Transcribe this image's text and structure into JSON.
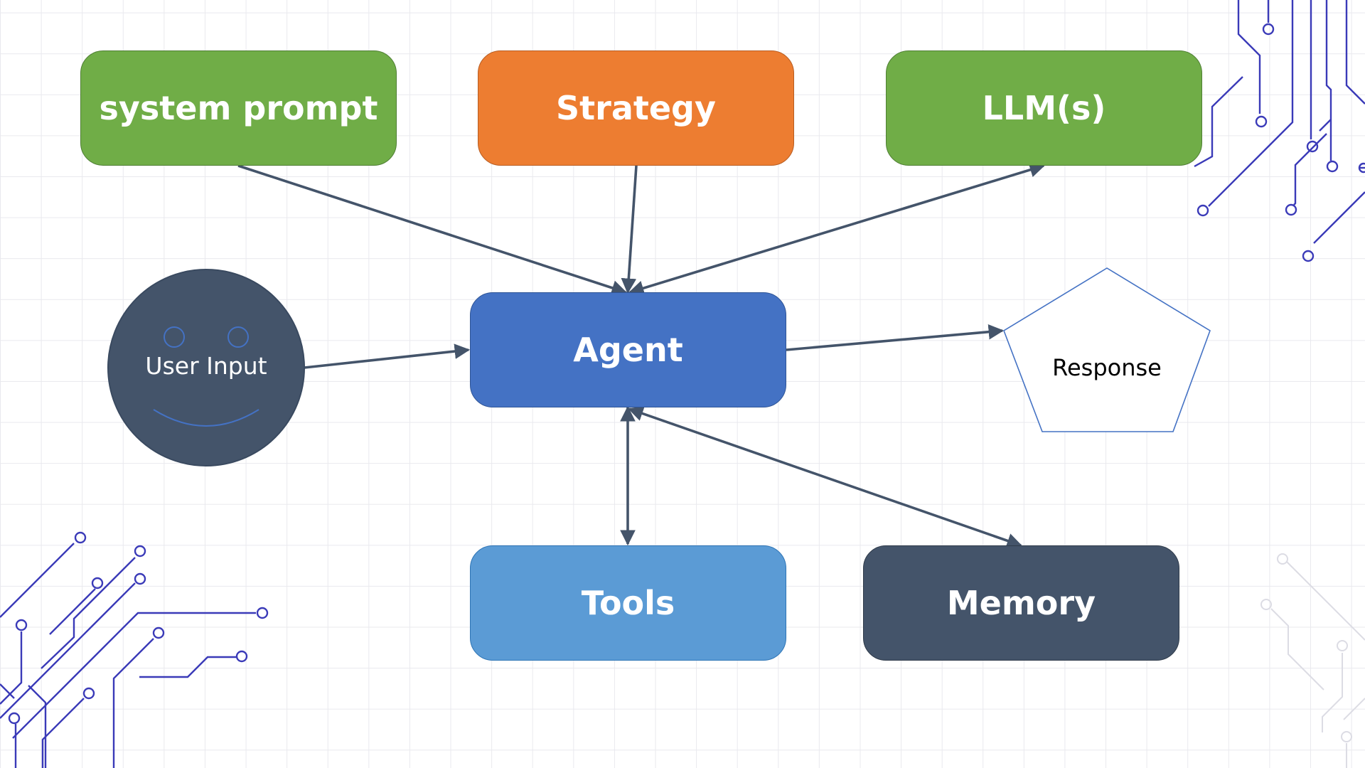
{
  "diagram": {
    "nodes": {
      "system_prompt": "system prompt",
      "strategy": "Strategy",
      "llms": "LLM(s)",
      "agent": "Agent",
      "user_input": "User Input",
      "response": "Response",
      "tools": "Tools",
      "memory": "Memory"
    },
    "edges": [
      {
        "from": "system prompt",
        "to": "Agent"
      },
      {
        "from": "Strategy",
        "to": "Agent"
      },
      {
        "from": "LLM(s)",
        "to": "Agent",
        "bidirectional": true
      },
      {
        "from": "User Input",
        "to": "Agent"
      },
      {
        "from": "Agent",
        "to": "Response"
      },
      {
        "from": "Agent",
        "to": "Tools",
        "bidirectional": true
      },
      {
        "from": "Agent",
        "to": "Memory",
        "bidirectional": true
      }
    ]
  },
  "colors": {
    "green": "#70ad47",
    "orange": "#ed7d31",
    "blue": "#4472c4",
    "light_blue": "#5b9bd5",
    "slate": "#44546a",
    "arrow": "#44546a",
    "circuit": "#3a3ab8"
  },
  "decorations": {
    "icons": [
      "circuit-trace-top-right",
      "circuit-trace-bottom-left",
      "circuit-trace-bottom-right",
      "smiley-face-icon"
    ]
  }
}
